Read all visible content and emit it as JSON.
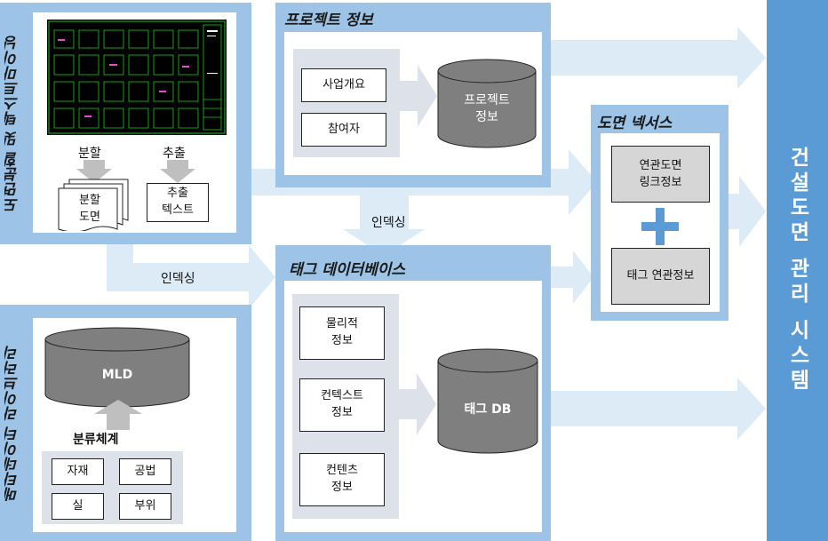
{
  "panels": {
    "drawing": {
      "title": "도면분할 및 텍스트마이닝"
    },
    "project": {
      "title": "프로젝트 정보"
    },
    "tagdb": {
      "title": "태그 데이터베이스"
    },
    "nexus": {
      "title": "도면 넥서스"
    },
    "metadata": {
      "title": "메타데이터 라이브러리"
    }
  },
  "drawing": {
    "split_label": "분할",
    "extract_label": "추출",
    "split_docs": "분할\n도면",
    "extract_box": "추출\n텍스트"
  },
  "project": {
    "items": [
      "사업개요",
      "참여자"
    ],
    "db": "프로젝트\n정보"
  },
  "indexing_top": "인덱싱",
  "indexing_left": "인덱싱",
  "tagdb": {
    "items": [
      "물리적\n정보",
      "컨텍스트\n정보",
      "컨텐츠\n정보"
    ],
    "db": "태그 DB"
  },
  "nexus": {
    "link_box": "연관도면\n링크정보",
    "tag_box": "태그 연관정보",
    "plus": "+"
  },
  "metadata": {
    "db": "MLD",
    "classification_label": "분류체계",
    "grid": [
      "자재",
      "공법",
      "실",
      "부위"
    ]
  },
  "system_title": "건설도면 관리 시스템",
  "colors": {
    "panel": "#9dc3e6",
    "arrow": "#ddebf7",
    "system_bar": "#5b9bd5",
    "cylinder": "#7f7f7f",
    "cad_background": "#000000",
    "cad_lines": "#19c819"
  }
}
